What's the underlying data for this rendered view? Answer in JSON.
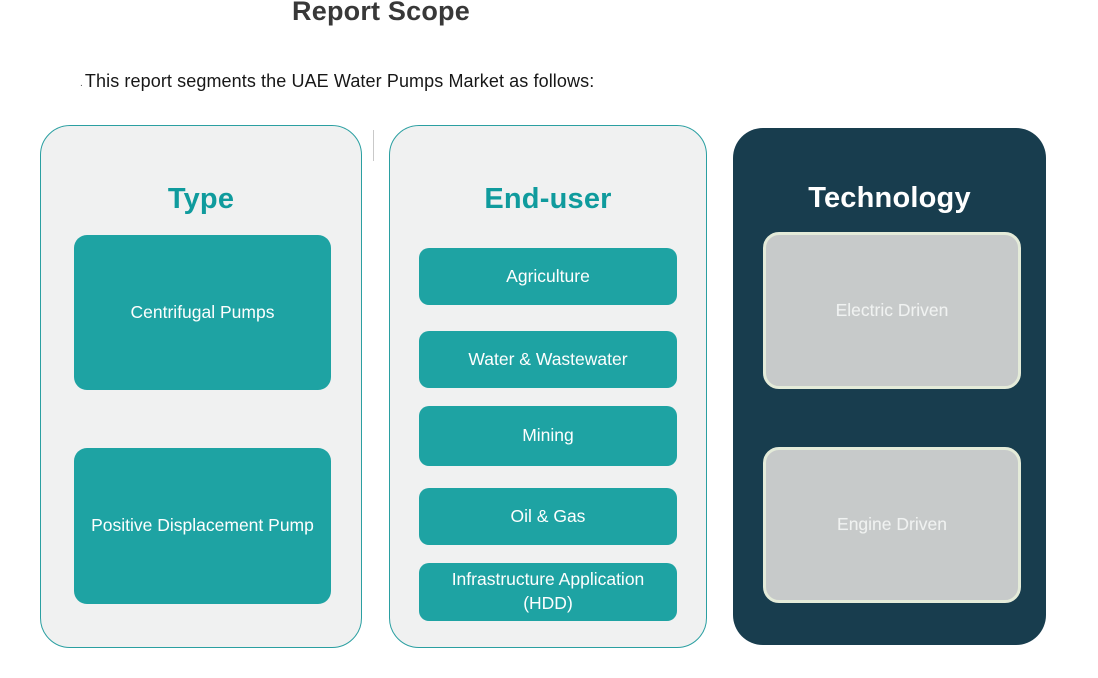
{
  "slide": {
    "title": "Report Scope",
    "bullet": ".",
    "subtitle": "This report segments the UAE Water Pumps Market as follows:"
  },
  "columns": [
    {
      "title": "Type",
      "items": [
        "Centrifugal Pumps",
        "Positive Displacement Pump"
      ]
    },
    {
      "title": "End-user",
      "items": [
        "Agriculture",
        "Water & Wastewater",
        "Mining",
        "Oil & Gas",
        "Infrastructure Application (HDD)"
      ]
    },
    {
      "title": "Technology",
      "items": [
        "Electric Driven",
        "Engine Driven"
      ]
    }
  ],
  "colors": {
    "teal_box": "#1ea3a3",
    "teal_title": "#0f9b9d",
    "panel_border_teal": "#2a9fa1",
    "panel_light_bg": "#f0f1f1",
    "panel_dark_bg": "#183d4e",
    "gray_box_fill": "#c7caca",
    "gray_box_border": "#e4ebd9",
    "heading_text": "#383838"
  }
}
